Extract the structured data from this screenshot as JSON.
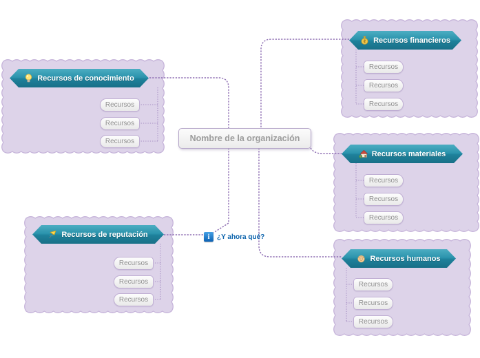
{
  "center": {
    "label": "Nombre de la organización"
  },
  "note": {
    "label": "¿Y ahora qué?",
    "icon": "info-icon"
  },
  "branches": [
    {
      "id": "conocimiento",
      "label": "Recursos de conocimiento",
      "icon": "lightbulb-icon",
      "children": [
        "Recursos",
        "Recursos",
        "Recursos"
      ]
    },
    {
      "id": "financieros",
      "label": "Recursos financieros",
      "icon": "money-bag-icon",
      "children": [
        "Recursos",
        "Recursos",
        "Recursos"
      ]
    },
    {
      "id": "materiales",
      "label": "Recursos materiales",
      "icon": "house-icon",
      "children": [
        "Recursos",
        "Recursos",
        "Recursos"
      ]
    },
    {
      "id": "humanos",
      "label": "Recursos humanos",
      "icon": "person-icon",
      "children": [
        "Recursos",
        "Recursos",
        "Recursos"
      ]
    },
    {
      "id": "reputacion",
      "label": "Recursos de reputación",
      "icon": "flag-icon",
      "children": [
        "Recursos",
        "Recursos",
        "Recursos"
      ]
    }
  ],
  "colors": {
    "topic_teal_top": "#4cadc2",
    "topic_teal_bottom": "#186f87",
    "boundary_fill": "#ddd3e9",
    "boundary_border": "#c6b4da",
    "connector_purple": "#8d6db2",
    "child_connector_purple": "#a78fc4",
    "note_blue": "#0b63ac",
    "center_text_gray": "#9b9b9b"
  }
}
